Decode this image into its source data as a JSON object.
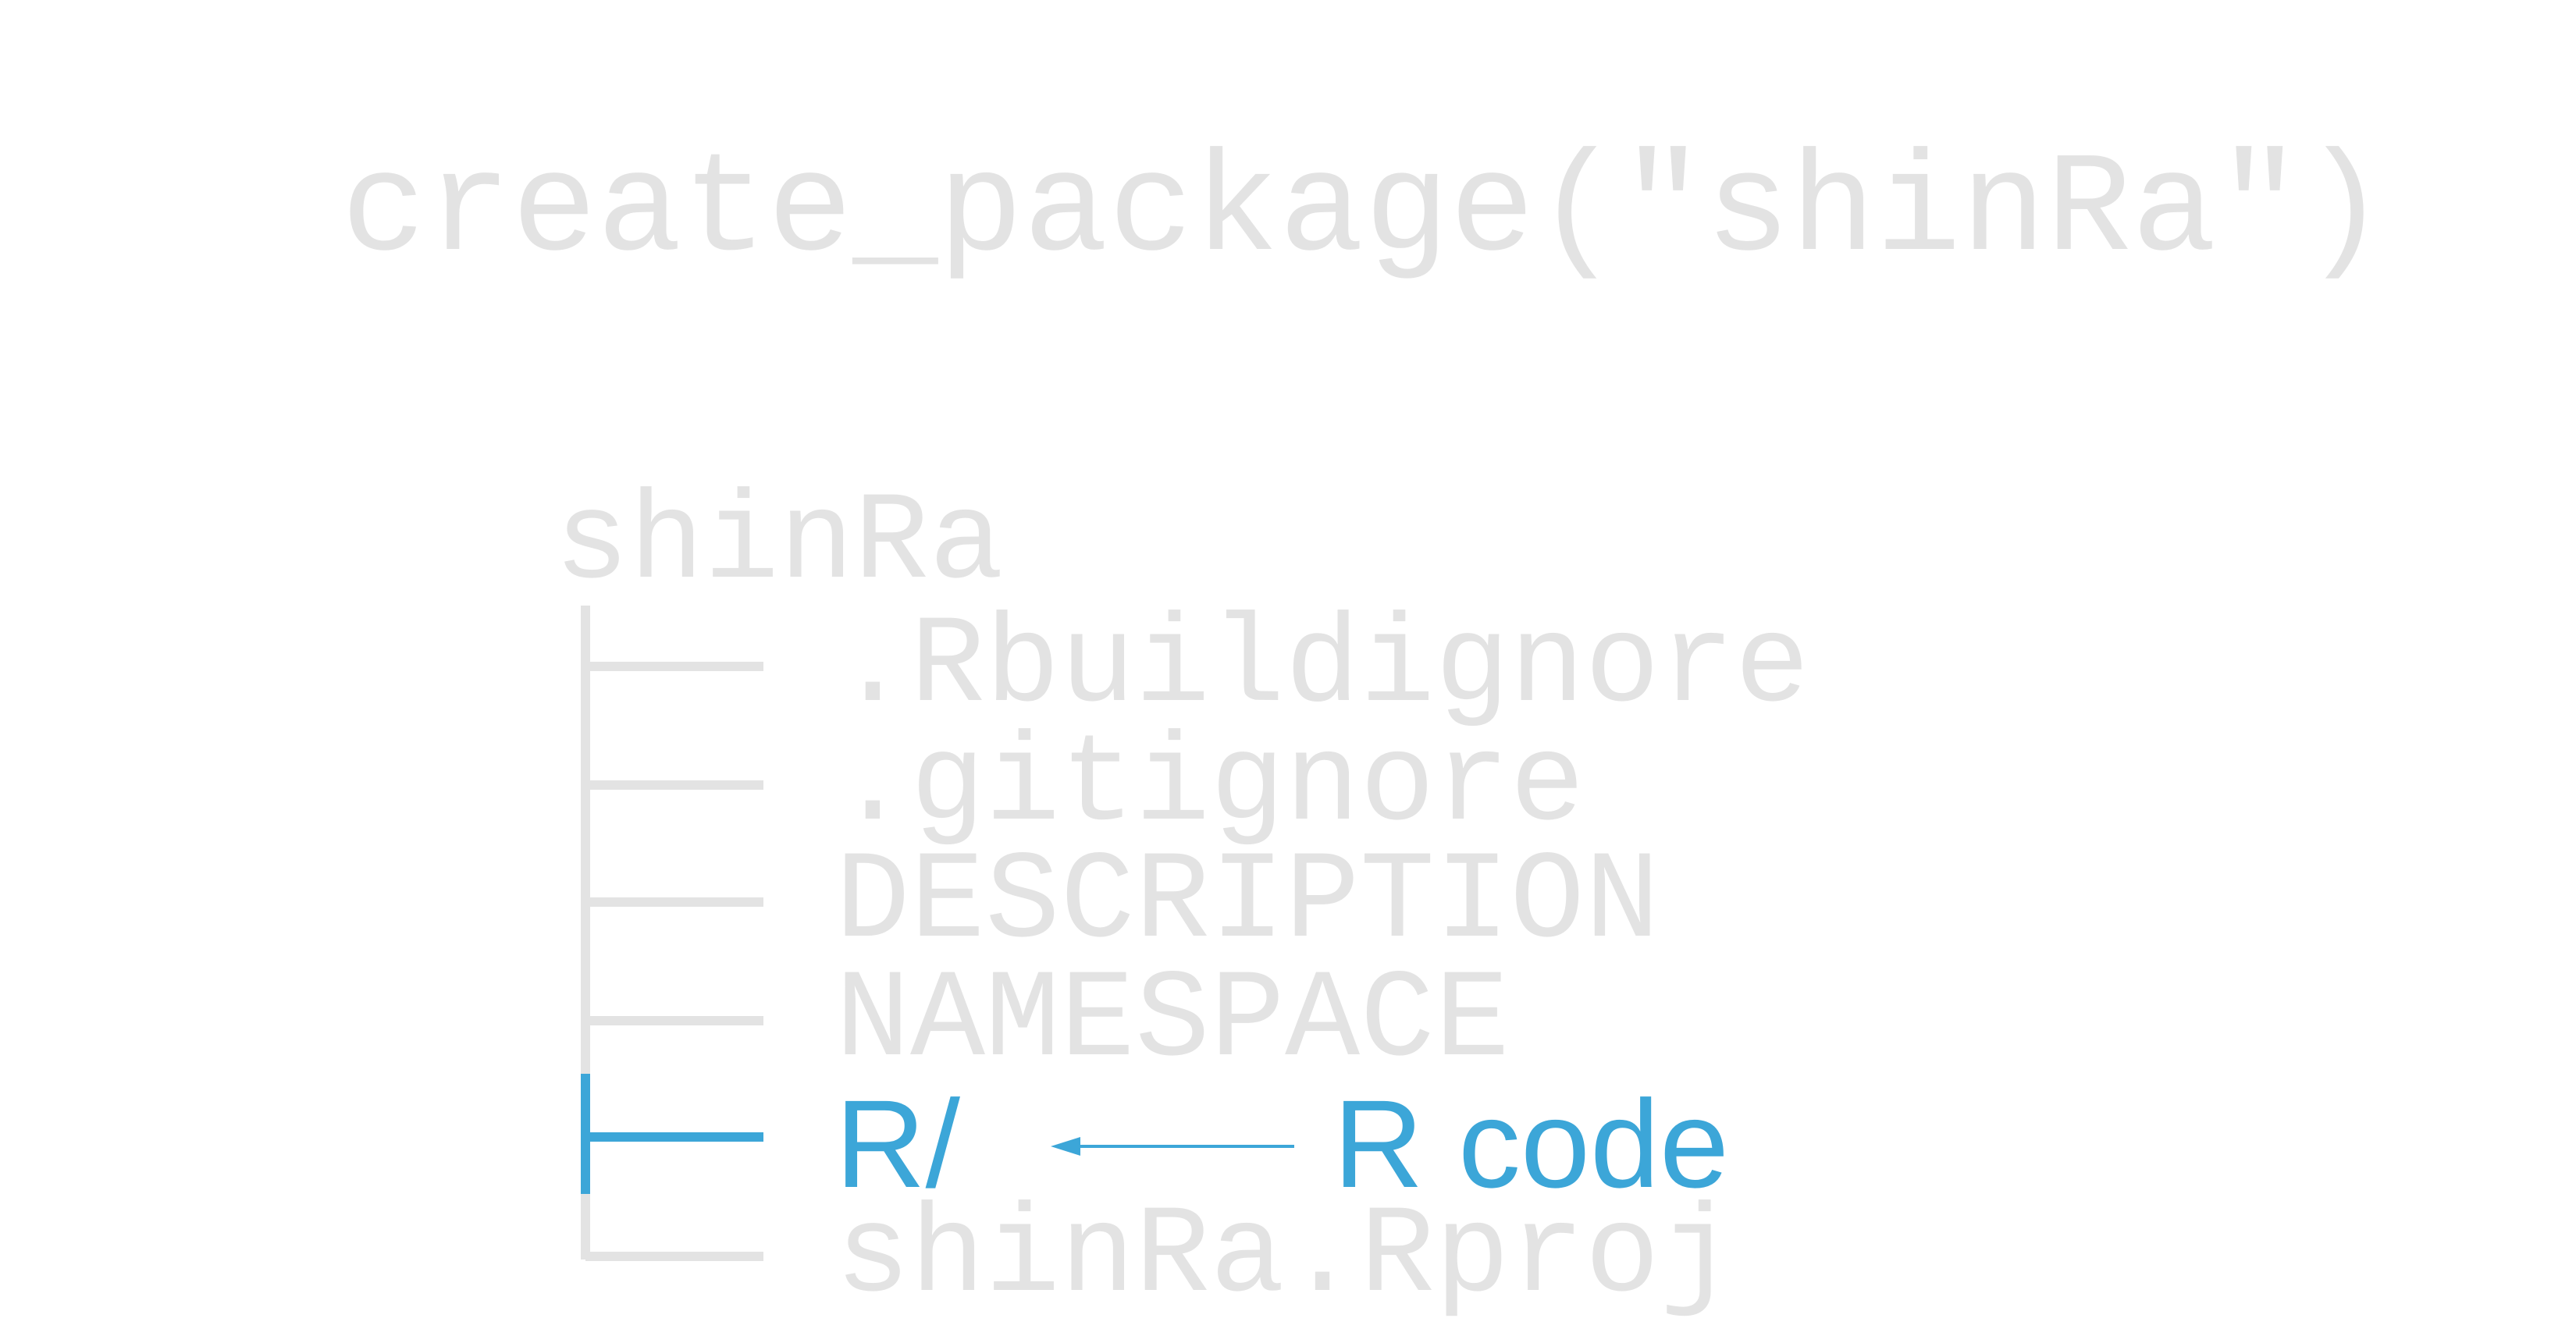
{
  "command": "create_package(\"shinRa\")",
  "tree": {
    "root": "shinRa",
    "items": [
      {
        "label": ".Rbuildignore",
        "highlighted": false
      },
      {
        "label": ".gitignore",
        "highlighted": false
      },
      {
        "label": "DESCRIPTION",
        "highlighted": false
      },
      {
        "label": "NAMESPACE",
        "highlighted": false
      },
      {
        "label": "R/",
        "highlighted": true
      },
      {
        "label": "shinRa.Rproj",
        "highlighted": false
      }
    ]
  },
  "annotation": {
    "label": "R code",
    "target": "R/"
  },
  "colors": {
    "muted": "#e3e3e3",
    "accent": "#3ca6d8",
    "background": "#ffffff"
  }
}
